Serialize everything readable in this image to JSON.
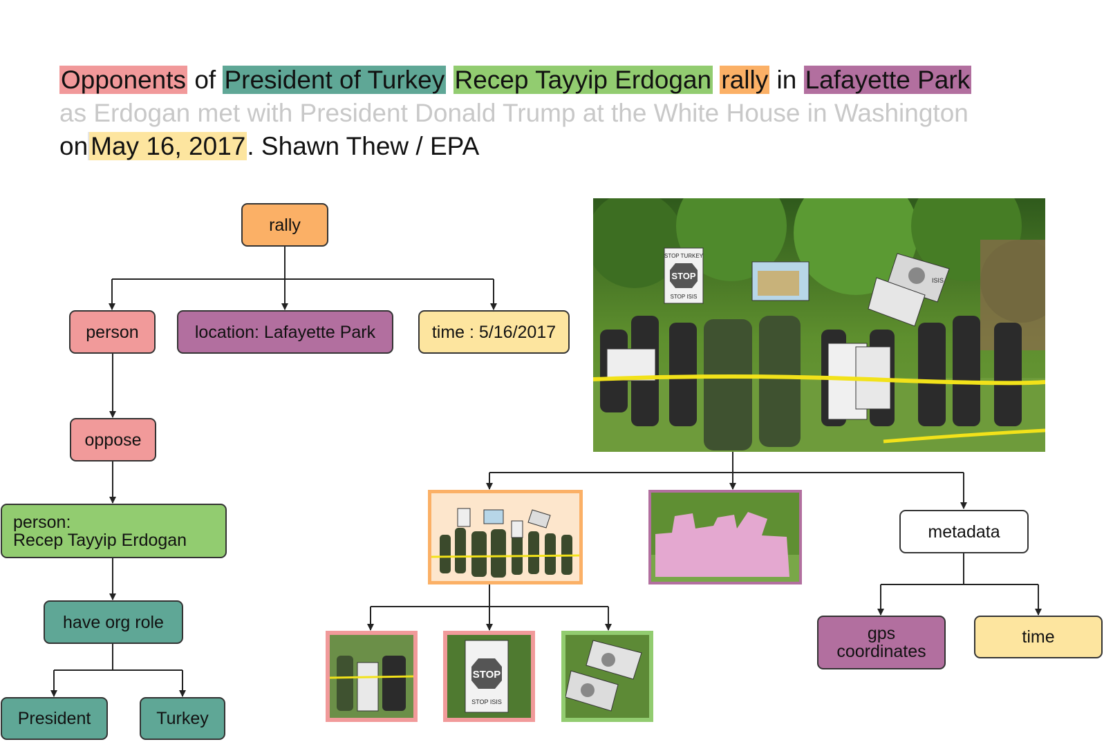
{
  "caption": {
    "line1": [
      "Opponents",
      "of",
      "President of Turkey",
      "Recep Tayyip Erdogan",
      "rally",
      "in",
      "Lafayette Park"
    ],
    "line2": "as Erdogan met with President Donald Trump at the White House in Washington",
    "line3_on": "on",
    "line3_date": "May 16, 2017",
    "line3_rest": ". Shawn Thew / EPA"
  },
  "graph": {
    "rally": "rally",
    "person": "person",
    "location": "location: Lafayette Park",
    "time": "time : 5/16/2017",
    "oppose": "oppose",
    "person_erdogan_line1": "person:",
    "person_erdogan_line2": "Recep Tayyip Erdogan",
    "have_org_role": "have org role",
    "president": "President",
    "turkey": "Turkey"
  },
  "image_tree": {
    "metadata": "metadata",
    "gps_line1": "gps",
    "gps_line2": "coordinates",
    "time": "time"
  },
  "photo_signs": {
    "stop_turkey": "STOP TURKEY",
    "stop": "STOP",
    "stop_isis": "STOP ISIS",
    "isis": "ISIS"
  },
  "colors": {
    "red": "#f19a9a",
    "teal": "#5fa796",
    "green": "#92cc70",
    "orange": "#fbb066",
    "purple": "#b26f9f",
    "yellow": "#fde59f"
  }
}
